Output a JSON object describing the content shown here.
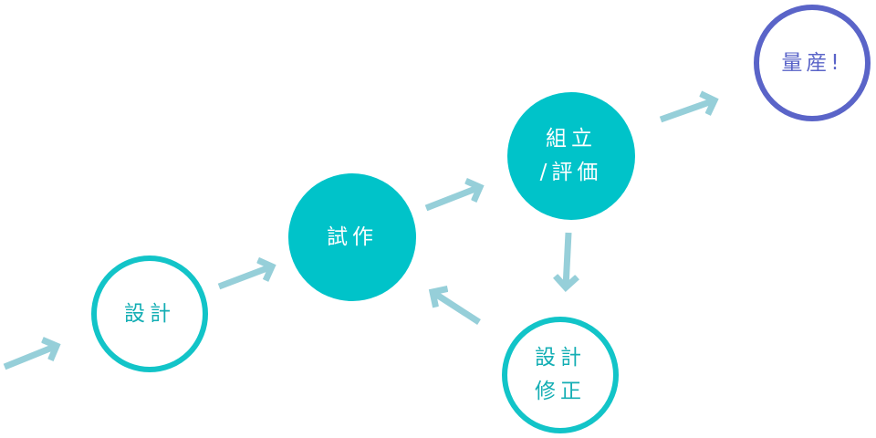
{
  "nodes": {
    "design": "設計",
    "prototype": "試作",
    "assembly_eval": "組立\n/評価",
    "design_revision": "設計\n修正",
    "mass_production": "量産!"
  },
  "colors": {
    "teal": "#00c3c9",
    "teal_text": "#14aeb4",
    "indigo": "#5a64c8",
    "arrow": "#96cfd9"
  }
}
